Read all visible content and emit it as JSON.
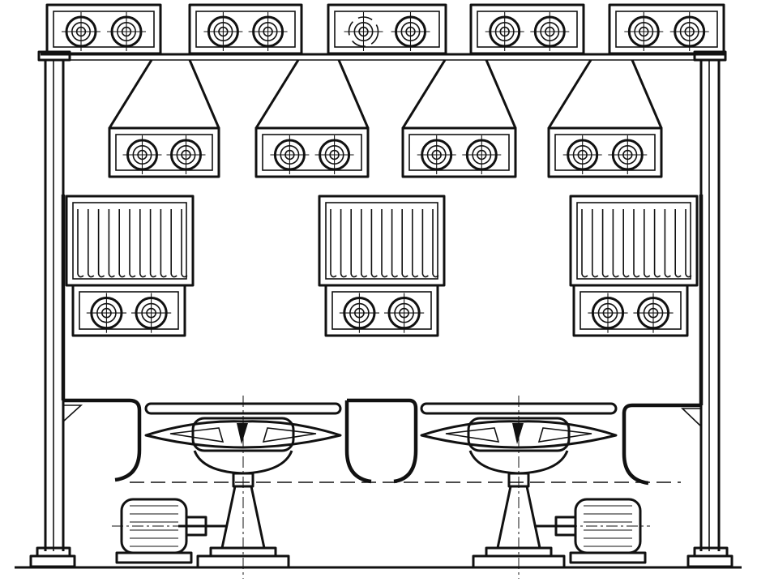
{
  "drawing": {
    "stroke_color": "#111111",
    "background": "#ffffff",
    "top_vent_units": 5,
    "hoods": 4,
    "radiator_units": 3,
    "polishing_stations": 2
  }
}
